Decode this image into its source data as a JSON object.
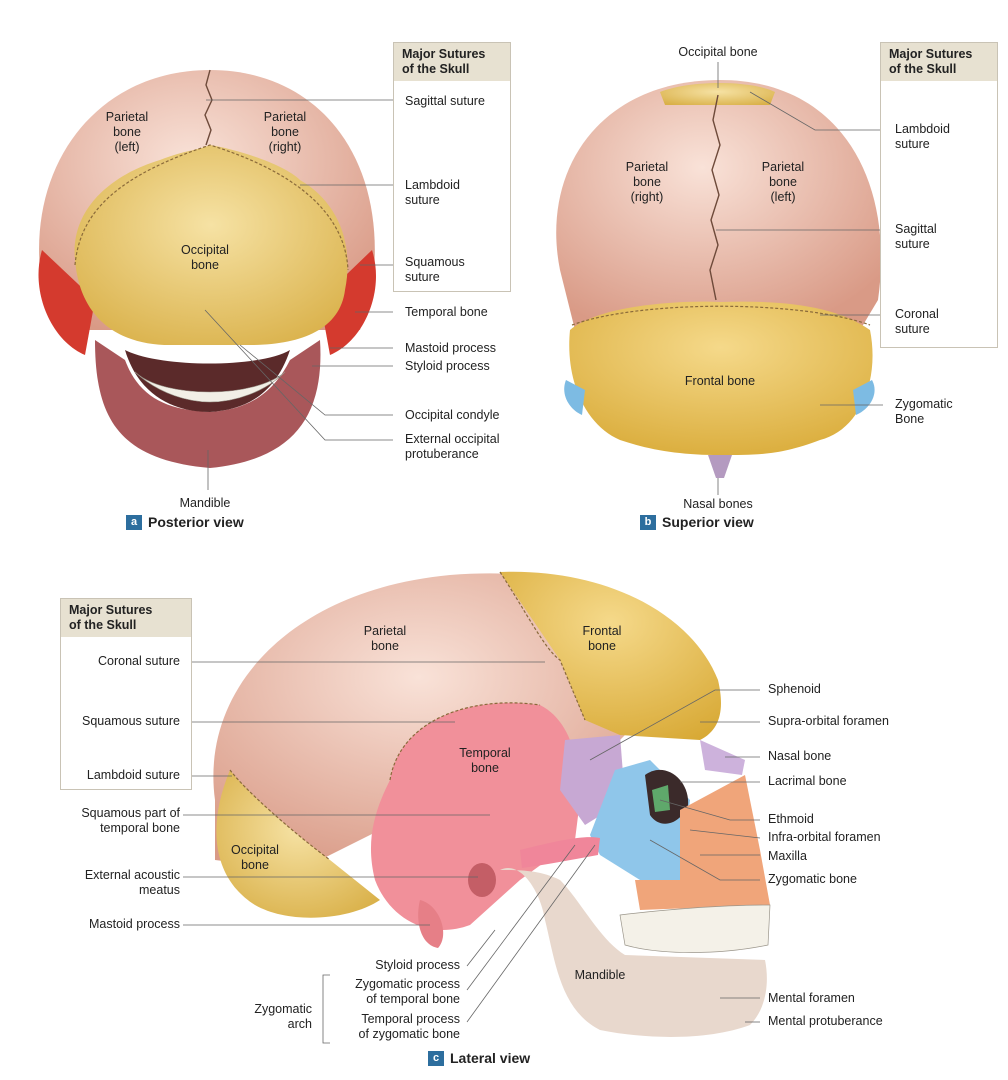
{
  "colors": {
    "parietal": "#e8b5a4",
    "occipital": "#e9c766",
    "frontal": "#e8c25a",
    "temporal": "#f08a92",
    "temporal_red": "#d4372e",
    "sphenoid": "#c8a9d4",
    "zygomatic": "#8fc6ea",
    "ethmoid": "#5fa86b",
    "mandible": "#e6d7cc",
    "maxilla": "#f1a57c",
    "box_header": "#e7e1d1",
    "badge": "#2d6e9e"
  },
  "posterior": {
    "caption_letter": "a",
    "caption": "Posterior view",
    "box_title": "Major Sutures\nof the Skull",
    "box_items": [
      "Sagittal suture",
      "Lambdoid\nsuture",
      "Squamous\nsuture"
    ],
    "bone_labels": {
      "parietal_left": "Parietal\nbone\n(left)",
      "parietal_right": "Parietal\nbone\n(right)",
      "occipital": "Occipital\nbone",
      "mandible": "Mandible"
    },
    "side_labels": [
      "Temporal bone",
      "Mastoid process",
      "Styloid process",
      "Occipital condyle",
      "External occipital\nprotuberance"
    ]
  },
  "superior": {
    "caption_letter": "b",
    "caption": "Superior view",
    "box_title": "Major Sutures\nof the Skull",
    "box_items": [
      "Lambdoid\nsuture",
      "Sagittal\nsuture",
      "Coronal\nsuture"
    ],
    "bone_labels": {
      "occipital": "Occipital bone",
      "parietal_right": "Parietal\nbone\n(right)",
      "parietal_left": "Parietal\nbone\n(left)",
      "frontal": "Frontal bone",
      "nasal": "Nasal bones"
    },
    "side_labels": [
      "Zygomatic\nBone"
    ]
  },
  "lateral": {
    "caption_letter": "c",
    "caption": "Lateral view",
    "box_title": "Major Sutures\nof the Skull",
    "box_items": [
      "Coronal suture",
      "Squamous suture",
      "Lambdoid suture"
    ],
    "left_labels": [
      "Squamous part of\ntemporal bone",
      "External acoustic\nmeatus",
      "Mastoid process"
    ],
    "bone_labels": {
      "parietal": "Parietal\nbone",
      "frontal": "Frontal\nbone",
      "temporal": "Temporal\nbone",
      "occipital": "Occipital\nbone",
      "mandible": "Mandible"
    },
    "right_labels": [
      "Sphenoid",
      "Supra-orbital foramen",
      "Nasal bone",
      "Lacrimal bone",
      "Ethmoid",
      "Infra-orbital foramen",
      "Maxilla",
      "Zygomatic bone",
      "Mental foramen",
      "Mental protuberance"
    ],
    "bottom_labels": [
      "Styloid process",
      "Zygomatic process\nof temporal bone",
      "Temporal process\nof zygomatic bone"
    ],
    "arch_label": "Zygomatic\narch"
  }
}
